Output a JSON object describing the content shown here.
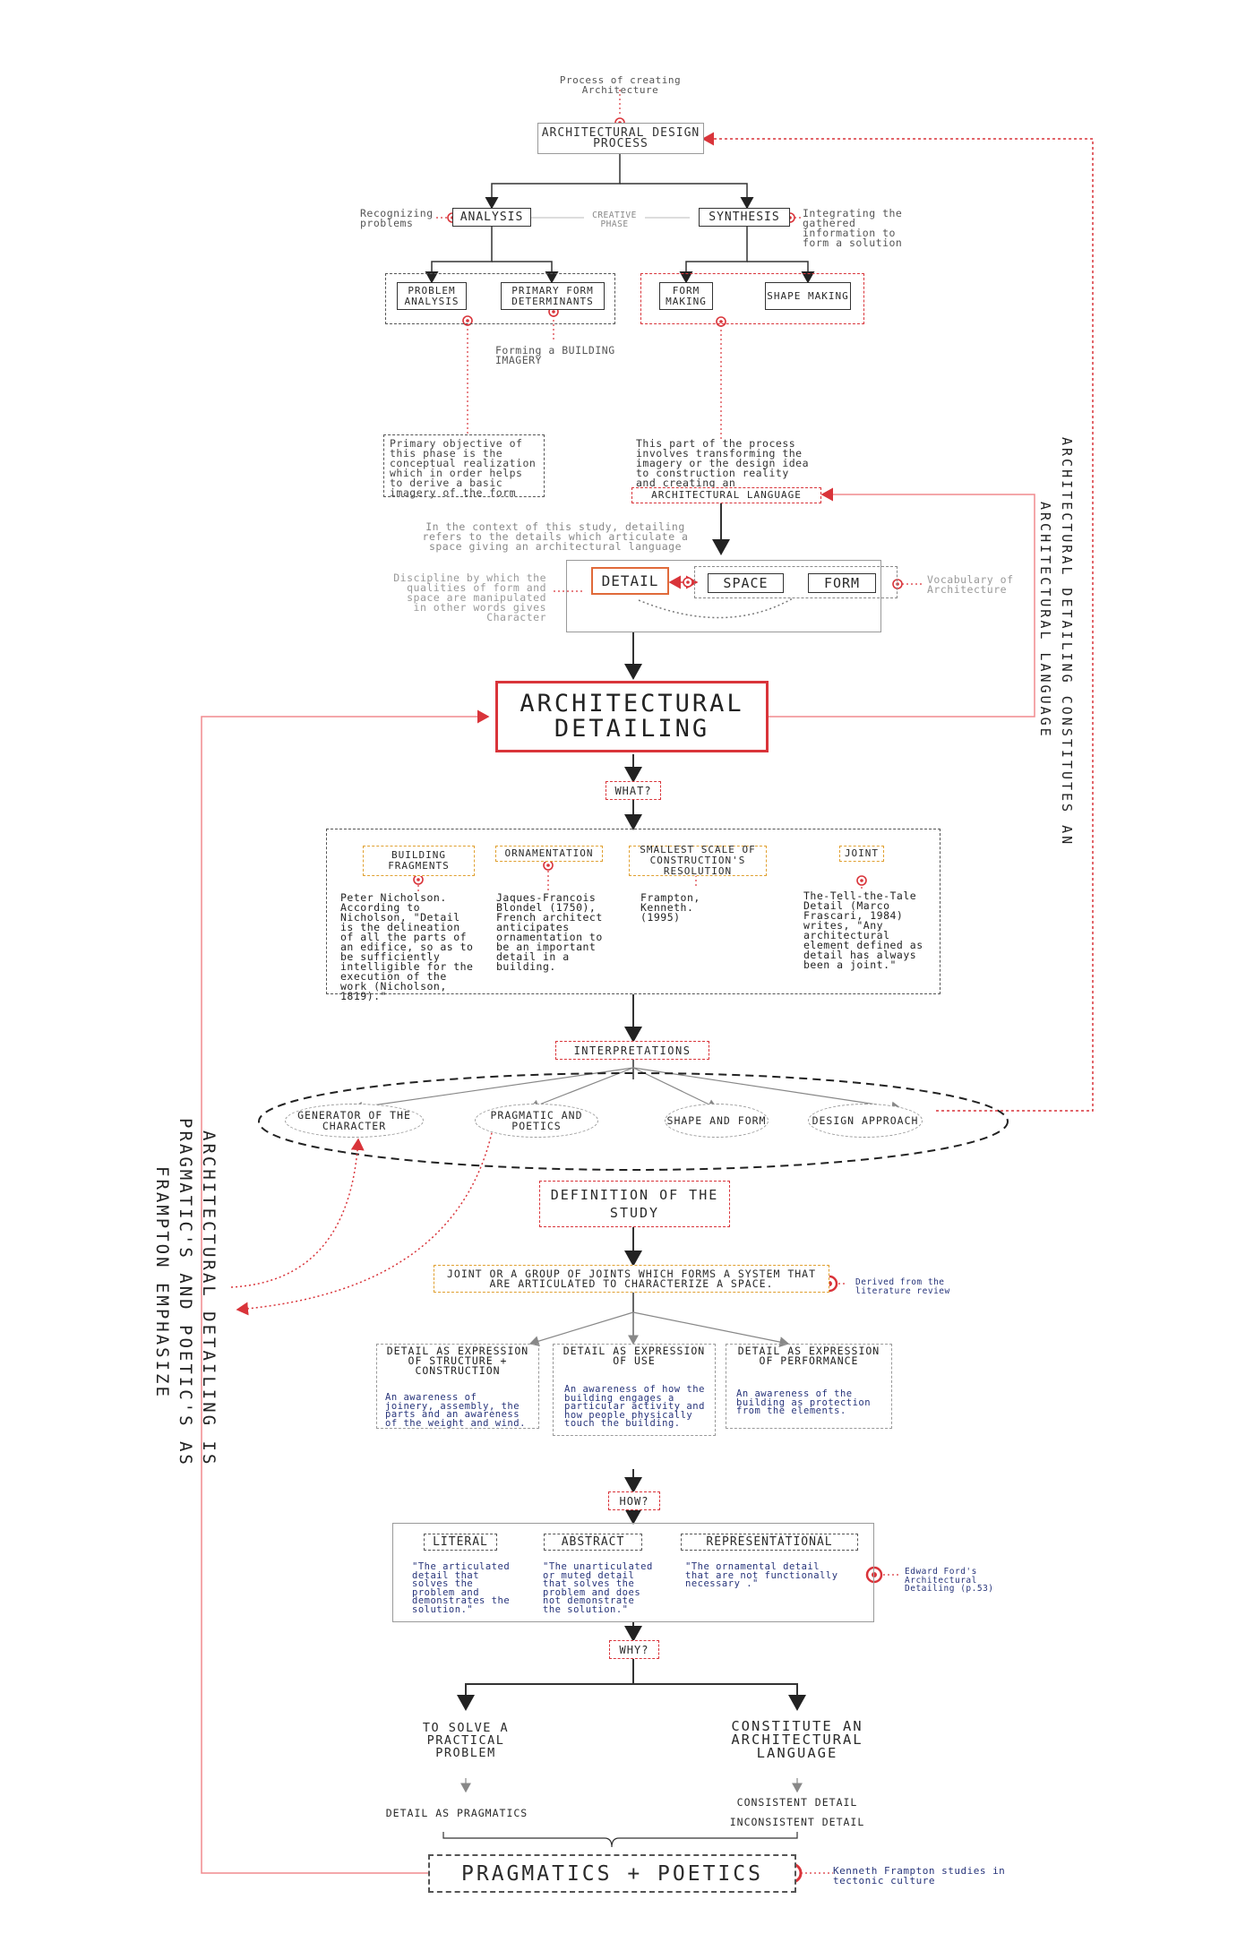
{
  "header_note": "Process of creating Architecture",
  "design_process": "ARCHITECTURAL DESIGN PROCESS",
  "analysis": "ANALYSIS",
  "synthesis": "SYNTHESIS",
  "creative_phase": "CREATIVE PHASE",
  "recognizing": "Recognizing problems",
  "integrating": "Integrating the gathered information to form a solution",
  "problem_analysis": "PROBLEM ANALYSIS",
  "primary_form": "PRIMARY FORM DETERMINANTS",
  "form_making": "FORM MAKING",
  "shape_making": "SHAPE MAKING",
  "forming_imagery": "Forming a BUILDING IMAGERY",
  "primary_objective": "Primary objective of this phase is the conceptual realization which in order helps to derive a basic imagery of the form",
  "this_part": "This part of the process involves transforming the imagery or the design idea to construction reality and creating an",
  "arch_language": "ARCHITECTURAL LANGUAGE",
  "context_note": "In the context of this study, detailing refers to the details which articulate a space giving an architectural language",
  "discipline_note": "Discipline by which the qualities of form and space are manipulated in other words gives Character",
  "detail": "DETAIL",
  "space": "SPACE",
  "form": "FORM",
  "vocabulary": "Vocabulary of Architecture",
  "arch_detailing": "ARCHITECTURAL DETAILING",
  "right_vertical_1": "ARCHITECTURAL DETAILING CONSTITUTES AN",
  "right_vertical_2": "ARCHITECTURAL LANGUAGE",
  "what": "WHAT?",
  "what_items": [
    {
      "title": "BUILDING FRAGMENTS",
      "text": "Peter Nicholson. According to Nicholson, \"Detail is the delineation of all the parts of an edifice, so as to be sufficiently intelligible for the execution of the work (Nicholson, 1819).\""
    },
    {
      "title": "ORNAMENTATION",
      "text": "Jaques-Francois Blondel (1750), French architect anticipates ornamentation to be an important detail in a building."
    },
    {
      "title": "SMALLEST SCALE OF CONSTRUCTION'S RESOLUTION",
      "text": "Frampton, Kenneth. (1995)"
    },
    {
      "title": "JOINT",
      "text": "The-Tell-the-Tale Detail (Marco Frascari, 1984) writes, \"Any architectural element defined as detail has always been a joint.\""
    }
  ],
  "interpretations": "INTERPRETATIONS",
  "interp_items": [
    "GENERATOR OF THE CHARACTER",
    "PRAGMATIC AND POETICS",
    "SHAPE AND FORM",
    "DESIGN APPROACH"
  ],
  "definition": "DEFINITION OF THE STUDY",
  "joint_def": "JOINT OR A GROUP OF JOINTS WHICH FORMS A SYSTEM THAT ARE ARTICULATED TO CHARACTERIZE A SPACE.",
  "derived_note": "Derived from the literature review",
  "expressions": [
    {
      "title": "DETAIL AS EXPRESSION OF STRUCTURE + CONSTRUCTION",
      "text": "An awareness of joinery, assembly, the parts and an awareness of the weight and wind."
    },
    {
      "title": "DETAIL AS EXPRESSION OF USE",
      "text": "An awareness of how the building engages a particular activity and how people physically touch the building."
    },
    {
      "title": "DETAIL AS EXPRESSION OF PERFORMANCE",
      "text": "An awareness of the building as protection from the elements."
    }
  ],
  "how": "HOW?",
  "how_items": [
    {
      "title": "LITERAL",
      "text": "\"The articulated detail that solves the problem and demonstrates the solution.\""
    },
    {
      "title": "ABSTRACT",
      "text": "\"The unarticulated or muted detail that solves the problem and does not demonstrate the solution.\""
    },
    {
      "title": "REPRESENTATIONAL",
      "text": "\"The ornamental detail that are not functionally necessary .\""
    }
  ],
  "ford_note": "Edward Ford's Architectural Detailing (p.53)",
  "why": "WHY?",
  "solve": "TO SOLVE A PRACTICAL PROBLEM",
  "constitute": "CONSTITUTE AN ARCHITECTURAL LANGUAGE",
  "pragmatics_detail": "DETAIL AS PRAGMATICS",
  "consistent": "CONSISTENT DETAIL",
  "inconsistent": "INCONSISTENT DETAIL",
  "final": "PRAGMATICS + POETICS",
  "frampton_note": "Kenneth Frampton studies in tectonic culture",
  "left_vertical_1": "ARCHITECTURAL DETAILING IS",
  "left_vertical_2": "PRAGMATIC'S AND POETIC'S AS",
  "left_vertical_3": "FRAMPTON EMPHASIZE",
  "colors": {
    "red": "#d9343a",
    "orange": "#e0a030",
    "ink": "#2a2a2a",
    "blue": "#27347a"
  }
}
